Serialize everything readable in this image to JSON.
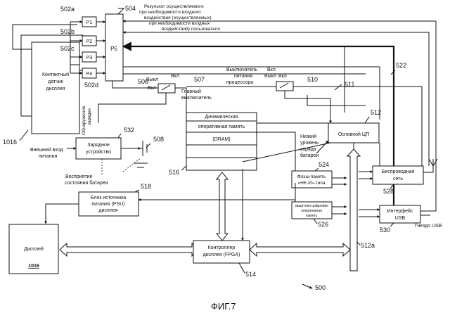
{
  "figure": {
    "caption": "ФИГ.7",
    "ref_system": "500",
    "blocks": {
      "touch_sensor": {
        "line1": "Контактный",
        "line2": "датчик",
        "line3": "дисплея",
        "ref": "1016"
      },
      "p1": "P1",
      "p2": "P2",
      "p3": "P3",
      "p4": "P4",
      "p5": "P5",
      "charger": {
        "line1": "Зарядное",
        "line2": "устройство",
        "ref": "532"
      },
      "dram": {
        "line1": "Динамическая",
        "line2": "оперативная память",
        "line3": "(DRAM)",
        "ref": "516"
      },
      "cpu": {
        "label": "Основной ЦП",
        "ref": "512"
      },
      "flash": {
        "line1": "Флэш-память",
        "line2": "«НЕ-И»-типа",
        "ref": "524"
      },
      "sdram": {
        "line1": "защитная цифровая",
        "line2": "оперативная",
        "line3": "память",
        "ref": "526"
      },
      "wireless": {
        "line1": "Беспроводная",
        "line2": "сеть",
        "ref": "528"
      },
      "usb": {
        "line1": "Интерфейс",
        "line2": "USB",
        "ref": "530"
      },
      "psu": {
        "line1": "Блок источника",
        "line2": "питания (PSU)",
        "line3": "дисплея",
        "ref": "518"
      },
      "display": {
        "label": "Дисплей",
        "ref": "1016"
      },
      "fpga": {
        "line1": "Контроллер",
        "line2": "дисплея (FPGA)",
        "ref": "514"
      }
    },
    "labels": {
      "result_line1": "Результат осуществляемого",
      "result_line2": "при необходимости входного",
      "result_line3": "воздействия (осуществляемых)",
      "result_line4": "при необходимости входных",
      "result_line5": "воздействий) пользователя",
      "main_switch_on": "Вкл",
      "main_switch_off": "Выкл",
      "main_switch_on2": "Вкл",
      "main_switch_line1": "Главный",
      "main_switch_line2": "выключатель",
      "cpu_switch_line1": "Выключатель",
      "cpu_switch_line2": "питания",
      "cpu_switch_line3": "процессора",
      "cpu_switch_on": "Вкл",
      "cpu_switch_off": "Выкл",
      "cpu_switch_on2": "Вкл",
      "charge_detect_line1": "Обнаружение",
      "charge_detect_line2": "зарядки",
      "external_line1": "Внешний вход",
      "external_line2": "питания",
      "battery_line1": "Восприятие",
      "battery_line2": "состояния батареи",
      "low_battery_line1": "Низкий",
      "low_battery_line2": "уровень",
      "low_battery_line3": "заряда",
      "low_battery_line4": "батареи",
      "usb_jack": "Гнездо USB"
    },
    "refs": {
      "r502a": "502a",
      "r502b": "502b",
      "r502c": "502c",
      "r502d": "502d",
      "r504": "504",
      "r506": "506",
      "r507": "507",
      "r508": "508",
      "r510": "510",
      "r511": "511",
      "r512a": "512a",
      "r522": "522"
    }
  }
}
